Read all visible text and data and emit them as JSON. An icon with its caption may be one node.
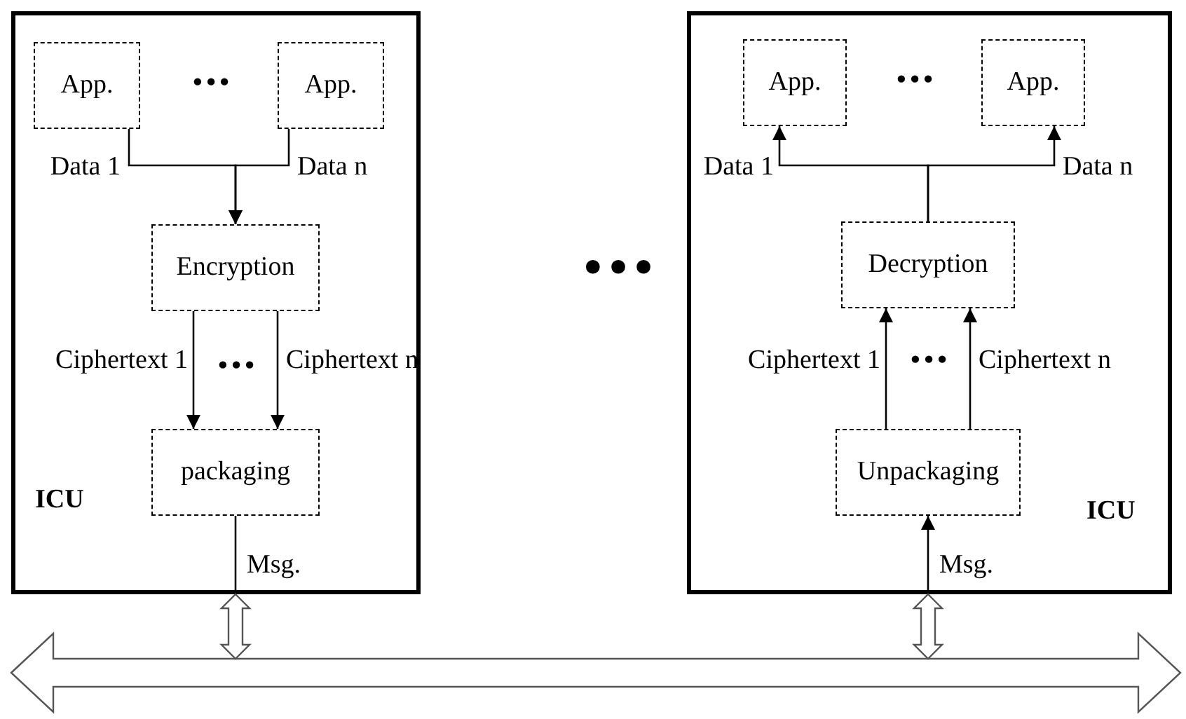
{
  "diagram": {
    "nodes": [
      {
        "text": [
          "ICU"
        ]
      },
      {
        "text": [
          "App."
        ],
        "in": 0
      },
      {
        "text": [
          "App."
        ],
        "in": 0
      },
      {
        "text": [
          "Encryption"
        ],
        "in": 0
      },
      {
        "text": [
          "packaging"
        ],
        "in": 0
      },
      {
        "text": [
          "ICU"
        ]
      },
      {
        "text": [
          "App."
        ],
        "in": 5
      },
      {
        "text": [
          "App."
        ],
        "in": 5
      },
      {
        "text": [
          "Decryption"
        ],
        "in": 5
      },
      {
        "text": [
          "Unpackaging"
        ],
        "in": 5
      },
      {
        "text": [],
        "shape": "bar"
      }
    ],
    "edges": [
      {
        "from": 1,
        "to": 3,
        "arrow": "to",
        "label": "Data 1"
      },
      {
        "from": 2,
        "to": 3,
        "arrow": "to",
        "label": "Data n"
      },
      {
        "from": 3,
        "to": 4,
        "arrow": "to",
        "label": "Ciphertext 1"
      },
      {
        "from": 3,
        "to": 4,
        "arrow": "to",
        "label": "Ciphertext n"
      },
      {
        "from": 4,
        "to": 10,
        "arrow": "to",
        "label": "Msg."
      },
      {
        "from": 0,
        "to": 10,
        "arrow": "both",
        "style": "thick"
      },
      {
        "from": 10,
        "to": 9,
        "arrow": "to",
        "label": "Msg."
      },
      {
        "from": 5,
        "to": 10,
        "arrow": "both",
        "style": "thick"
      },
      {
        "from": 9,
        "to": 8,
        "arrow": "to",
        "label": "Ciphertext 1"
      },
      {
        "from": 9,
        "to": 8,
        "arrow": "to",
        "label": "Ciphertext n"
      },
      {
        "from": 8,
        "to": 6,
        "arrow": "to",
        "label": "Data 1"
      },
      {
        "from": 8,
        "to": 7,
        "arrow": "to",
        "label": "Data n"
      }
    ],
    "labels": [
      "•••",
      "•••",
      "•••",
      "•••",
      "•••"
    ]
  }
}
